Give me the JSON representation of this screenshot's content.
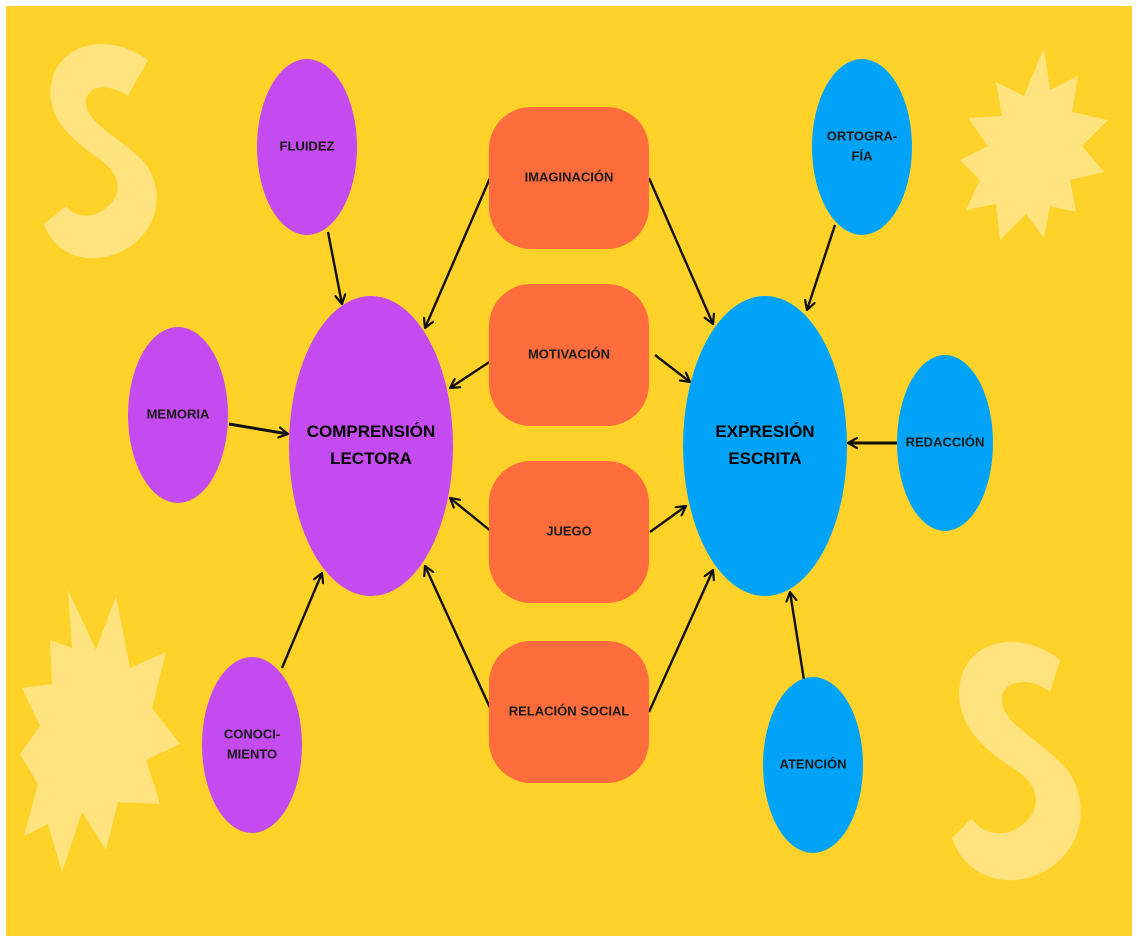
{
  "colors": {
    "background": "#FFD22A",
    "decoration": "#FFE37E",
    "purple": "#C34BEF",
    "orange": "#FF6D3C",
    "blue": "#00A3F7",
    "arrow": "#111111",
    "label": "#1a1a1a"
  },
  "nodes": {
    "comprension_lectora": [
      "COMPRENSIÓN",
      "LECTORA"
    ],
    "expresion_escrita": [
      "EXPRESIÓN",
      "ESCRITA"
    ],
    "fluidez": [
      "FLUIDEZ"
    ],
    "memoria": [
      "MEMORIA"
    ],
    "conocimiento": [
      "CONOCI-",
      "MIENTO"
    ],
    "imaginacion": [
      "IMAGINACIÓN"
    ],
    "motivacion": [
      "MOTIVACIÓN"
    ],
    "juego": [
      "JUEGO"
    ],
    "relacion_social": [
      "RELACIÓN SOCIAL"
    ],
    "ortografia": [
      "ORTOGRA-",
      "FÍA"
    ],
    "redaccion": [
      "REDACCIÓN"
    ],
    "atencion": [
      "ATENCIÓN"
    ]
  },
  "edges": [
    {
      "from": "fluidez",
      "to": "comprension_lectora"
    },
    {
      "from": "memoria",
      "to": "comprension_lectora"
    },
    {
      "from": "conocimiento",
      "to": "comprension_lectora"
    },
    {
      "from": "imaginacion",
      "to": "comprension_lectora"
    },
    {
      "from": "motivacion",
      "to": "comprension_lectora"
    },
    {
      "from": "juego",
      "to": "comprension_lectora"
    },
    {
      "from": "relacion_social",
      "to": "comprension_lectora"
    },
    {
      "from": "imaginacion",
      "to": "expresion_escrita"
    },
    {
      "from": "motivacion",
      "to": "expresion_escrita"
    },
    {
      "from": "juego",
      "to": "expresion_escrita"
    },
    {
      "from": "relacion_social",
      "to": "expresion_escrita"
    },
    {
      "from": "ortografia",
      "to": "expresion_escrita"
    },
    {
      "from": "redaccion",
      "to": "expresion_escrita"
    },
    {
      "from": "atencion",
      "to": "expresion_escrita"
    }
  ]
}
